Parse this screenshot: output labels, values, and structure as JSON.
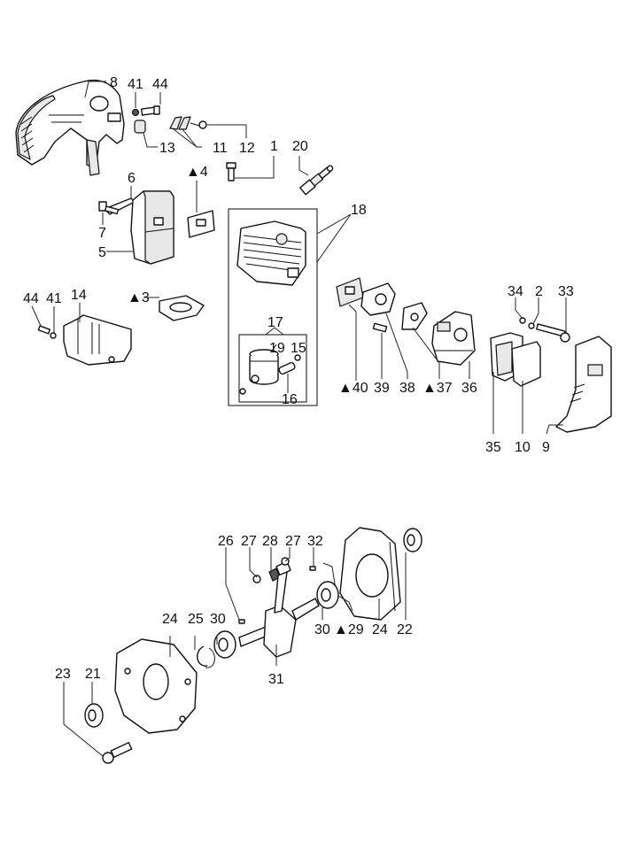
{
  "diagram": {
    "title": "",
    "legend_marker": "▲",
    "labels": [
      {
        "id": "l8",
        "text": "8"
      },
      {
        "id": "l41a",
        "text": "41"
      },
      {
        "id": "l44a",
        "text": "44"
      },
      {
        "id": "l13",
        "text": "13"
      },
      {
        "id": "l11",
        "text": "11"
      },
      {
        "id": "l12",
        "text": "12"
      },
      {
        "id": "l1",
        "text": "1"
      },
      {
        "id": "l20",
        "text": "20"
      },
      {
        "id": "l4",
        "text": "▲4"
      },
      {
        "id": "l6",
        "text": "6"
      },
      {
        "id": "l7",
        "text": "7"
      },
      {
        "id": "l5",
        "text": "5"
      },
      {
        "id": "l18",
        "text": "18"
      },
      {
        "id": "l44b",
        "text": "44"
      },
      {
        "id": "l41b",
        "text": "41"
      },
      {
        "id": "l14",
        "text": "14"
      },
      {
        "id": "l3",
        "text": "▲3"
      },
      {
        "id": "l17",
        "text": "17"
      },
      {
        "id": "l19",
        "text": "19"
      },
      {
        "id": "l15",
        "text": "15"
      },
      {
        "id": "l16",
        "text": "16"
      },
      {
        "id": "l40",
        "text": "▲40"
      },
      {
        "id": "l39",
        "text": "39"
      },
      {
        "id": "l38",
        "text": "38"
      },
      {
        "id": "l37",
        "text": "▲37"
      },
      {
        "id": "l36",
        "text": "36"
      },
      {
        "id": "l34",
        "text": "34"
      },
      {
        "id": "l2",
        "text": "2"
      },
      {
        "id": "l33",
        "text": "33"
      },
      {
        "id": "l35",
        "text": "35"
      },
      {
        "id": "l10",
        "text": "10"
      },
      {
        "id": "l9",
        "text": "9"
      },
      {
        "id": "l26",
        "text": "26"
      },
      {
        "id": "l27a",
        "text": "27"
      },
      {
        "id": "l28",
        "text": "28"
      },
      {
        "id": "l27b",
        "text": "27"
      },
      {
        "id": "l32",
        "text": "32"
      },
      {
        "id": "l24a",
        "text": "24"
      },
      {
        "id": "l25",
        "text": "25"
      },
      {
        "id": "l30a",
        "text": "30"
      },
      {
        "id": "l30b",
        "text": "30"
      },
      {
        "id": "l29",
        "text": "▲29"
      },
      {
        "id": "l24b",
        "text": "24"
      },
      {
        "id": "l22",
        "text": "22"
      },
      {
        "id": "l31",
        "text": "31"
      },
      {
        "id": "l23",
        "text": "23"
      },
      {
        "id": "l21",
        "text": "21"
      }
    ]
  }
}
